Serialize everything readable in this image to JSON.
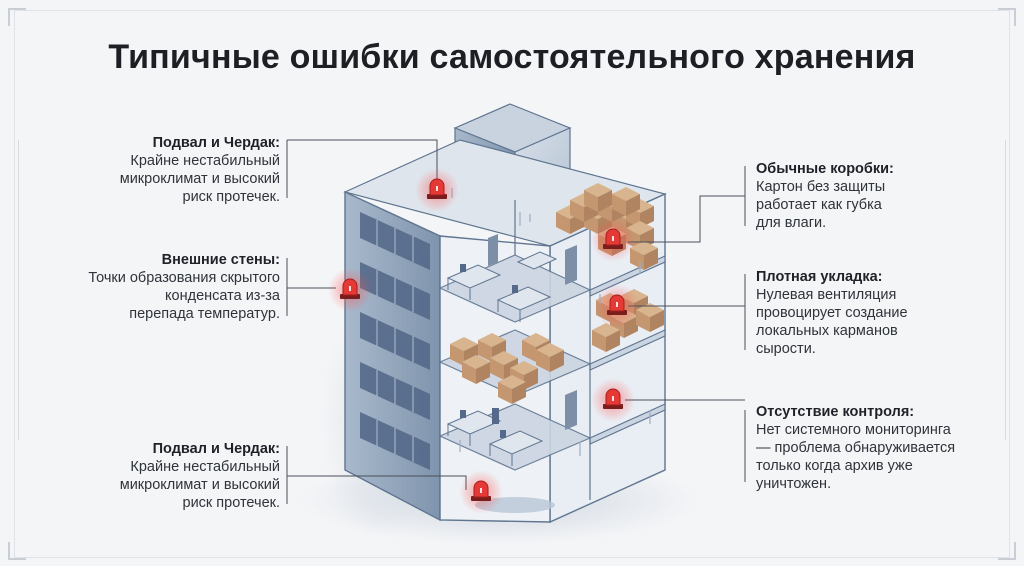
{
  "title": "Типичные ошибки самостоятельного хранения",
  "callouts": [
    {
      "head": "Подвал и Чердак:",
      "body": "Крайне нестабильный\nмикроклимат и высокий\nриск протечек."
    },
    {
      "head": "Внешние стены:",
      "body": "Точки образования скрытого\nконденсата из-за\nперепада температур."
    },
    {
      "head": "Подвал и Чердак:",
      "body": "Крайне нестабильный\nмикроклимат и высокий\nриск протечек."
    },
    {
      "head": "Обычные коробки:",
      "body": "Картон без защиты\nработает как губка\nдля влаги."
    },
    {
      "head": "Плотная укладка:",
      "body": "Нулевая вентиляция\nпровоцирует создание\nлокальных карманов\nсырости."
    },
    {
      "head": "Отсутствие контроля:",
      "body": "Нет системного мониторинга\n— проблема обнаруживается\nтолько когда архив уже\nуничтожен."
    }
  ],
  "colors": {
    "alarm": "#e53935",
    "building": "#8fa3bd",
    "building_dark": "#5f7590",
    "cardboard": "#c9a27a"
  },
  "icons": [
    "alarm-light-icon"
  ]
}
